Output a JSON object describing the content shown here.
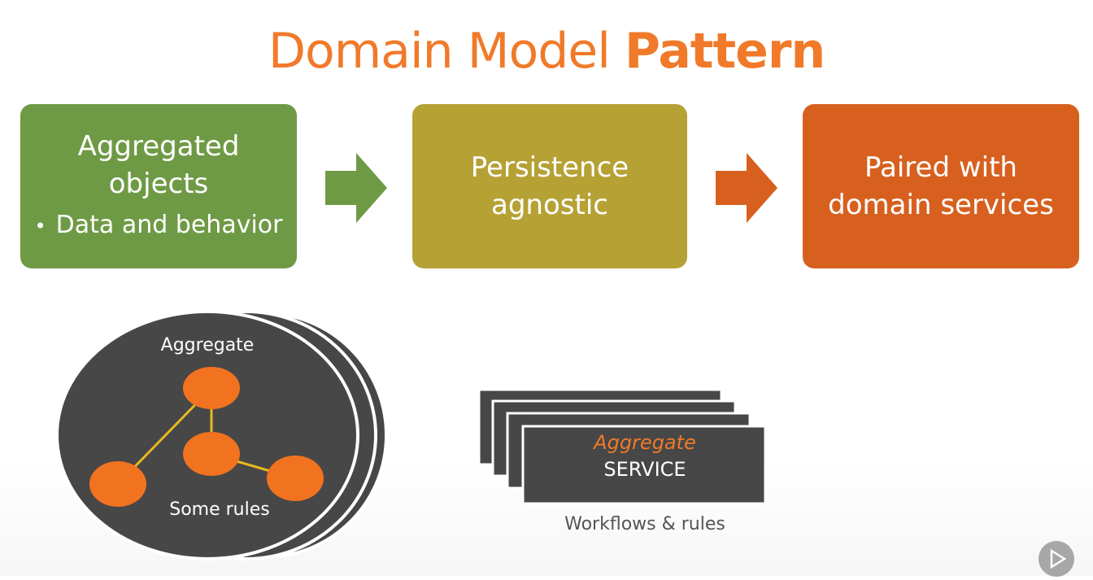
{
  "title": {
    "normal": "Domain Model ",
    "bold": "Pattern"
  },
  "boxes": {
    "aggregated": {
      "line1": "Aggregated",
      "line2": "objects",
      "bullet": "Data and behavior"
    },
    "persistence": {
      "line1": "Persistence",
      "line2": "agnostic"
    },
    "paired": {
      "line1": "Paired with",
      "line2": "domain services"
    }
  },
  "aggregate_diagram": {
    "top_label": "Aggregate",
    "bottom_label": "Some rules"
  },
  "service_diagram": {
    "italic_label": "Aggregate",
    "main_label": "SERVICE",
    "caption": "Workflows & rules"
  },
  "colors": {
    "title": "#f07a2a",
    "green": "#6f9a45",
    "olive": "#b6a135",
    "orange": "#d7601f",
    "dark": "#474747",
    "node": "#f2731f",
    "edge": "#e8b820"
  },
  "icons": {
    "arrow1": "right-arrow-icon",
    "arrow2": "right-arrow-icon",
    "player": "play-icon"
  }
}
